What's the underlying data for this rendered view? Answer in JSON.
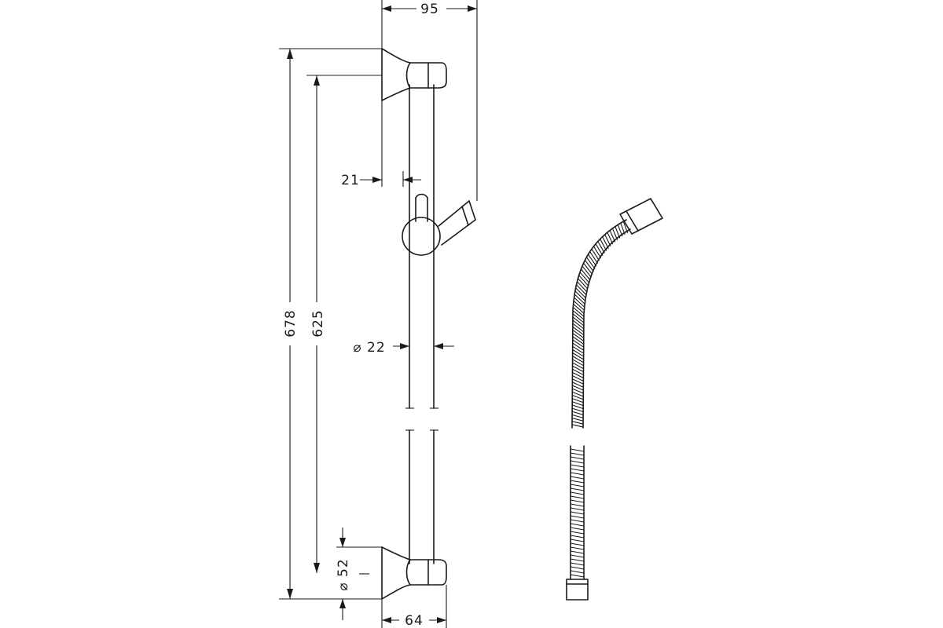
{
  "drawing": {
    "dimensions": {
      "overall_width": "95",
      "total_height": "678",
      "bracket_spacing": "625",
      "slider_offset": "21",
      "rail_diameter": "⌀ 22",
      "bracket_diameter": "⌀ 52",
      "bracket_depth": "64"
    }
  },
  "colors": {
    "line": "#1a1a1a",
    "background": "#ffffff"
  }
}
